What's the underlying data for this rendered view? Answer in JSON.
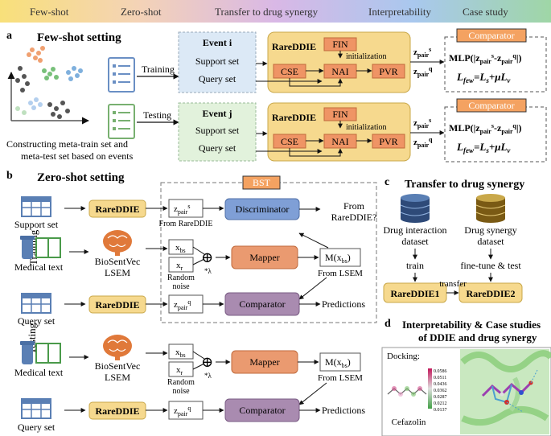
{
  "header": {
    "tabs": [
      {
        "label": "Few-shot"
      },
      {
        "label": "Zero-shot"
      },
      {
        "label": "Transfer to drug synergy"
      },
      {
        "label": "Interpretability"
      },
      {
        "label": "Case study"
      }
    ]
  },
  "panel_a": {
    "letter": "a",
    "title": "Few-shot setting",
    "caption_line1": "Constructing meta-train set and",
    "caption_line2": "meta-test set based on events",
    "training_label": "Training",
    "testing_label": "Testing",
    "event_i": {
      "title": "Event i",
      "support": "Support set",
      "query": "Query set"
    },
    "event_j": {
      "title": "Event j",
      "support": "Support set",
      "query": "Query set"
    },
    "model": {
      "name": "RareDDIE",
      "fin": "FIN",
      "init": "initialization",
      "cse": "CSE",
      "nai": "NAI",
      "pvr": "PVR"
    },
    "z_pair": "z",
    "z_sub": "pair",
    "sup_s": "s",
    "sup_q": "q",
    "comparator": {
      "title": "Comparator",
      "mlp": "MLP(|z",
      "mlp_mid": "-z",
      "mlp_end": "|)",
      "loss_lhs": "L",
      "loss_lhs_sub": "few",
      "loss_eq": "=L",
      "loss_s": "s",
      "loss_plus": "+μL",
      "loss_v": "v"
    }
  },
  "panel_b": {
    "letter": "b",
    "title": "Zero-shot setting",
    "bst": "BST",
    "support_set": "Support set",
    "medical_text": "Medical text",
    "query_set": "Query set",
    "raredie": "RareDDIE",
    "biosentvec": "BioSentVec",
    "lsem": "LSEM",
    "from_raredie": "From RareDDIE",
    "x_bs": "x",
    "x_bs_sub": "bs",
    "x_r": "x",
    "x_r_sub": "r",
    "random": "Random",
    "noise": "noise",
    "lambda": "*λ",
    "discriminator": "Discriminator",
    "mapper": "Mapper",
    "comparator": "Comparator",
    "from_raredie_q1": "From",
    "from_raredie_q2": "RareDDIE?",
    "m_open": "M(x",
    "m_close": ")",
    "from_lsem": "From LSEM",
    "predictions": "Predictions",
    "training_label": "Training",
    "testing_label": "Testing",
    "plus_circle": "⊕"
  },
  "panel_c": {
    "letter": "c",
    "title": "Transfer to drug synergy",
    "db1_l1": "Drug interaction",
    "db1_l2": "dataset",
    "db2_l1": "Drug synergy",
    "db2_l2": "dataset",
    "train": "train",
    "finetune": "fine-tune & test",
    "model1": "RareDDIE1",
    "model2": "RareDDIE2",
    "transfer": "transfer"
  },
  "panel_d": {
    "letter": "d",
    "title_l1": "Interpretability & Case studies",
    "title_l2": "of DDIE and drug synergy",
    "docking": "Docking:",
    "drug": "Cefazolin",
    "scale": [
      "0.0586",
      "0.0511",
      "0.0436",
      "0.0362",
      "0.0287",
      "0.0212",
      "0.0137"
    ]
  },
  "colors": {
    "model_box": "#f6d98e",
    "module_box": "#ef9465",
    "comparator_tab": "#f4a261",
    "event_i_bg": "#dce9f6",
    "event_j_bg": "#e2f2dc",
    "discriminator": "#7f9fd6",
    "mapper": "#ea9a70",
    "comparator_box": "#a98bb0",
    "bst_tab": "#f4a261"
  }
}
